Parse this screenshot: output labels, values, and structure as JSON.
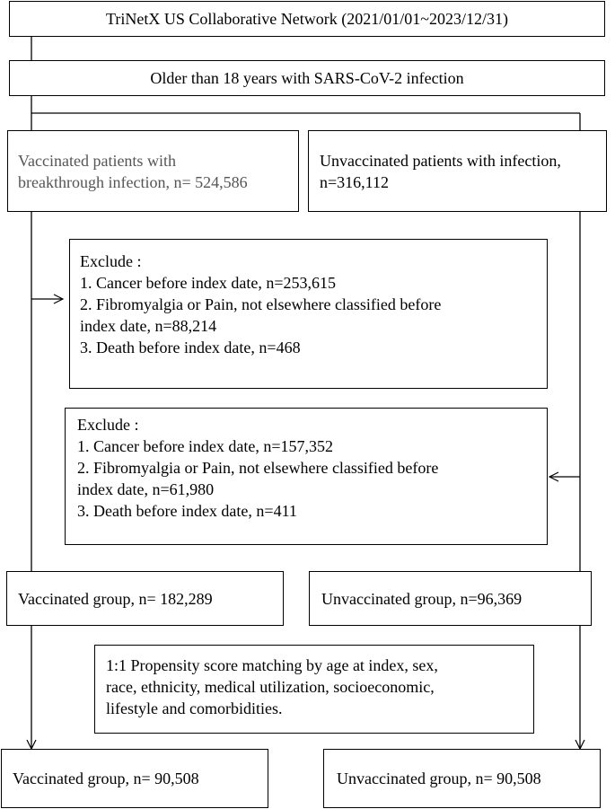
{
  "source": {
    "text": "TriNetX US Collaborative Network (2021/01/01~2023/12/31)"
  },
  "criteria": {
    "text": "Older than 18 years with SARS-CoV-2 infection"
  },
  "vaccinated_initial": {
    "line1": "Vaccinated patients with",
    "line2": "breakthrough infection, n= 524,586"
  },
  "unvaccinated_initial": {
    "line1": "Unvaccinated patients with infection,",
    "line2": "n=316,112"
  },
  "exclude_vaccinated": {
    "title": "Exclude :",
    "item1": "1. Cancer before index date, n=253,615",
    "item2a": "2. Fibromyalgia or Pain, not elsewhere classified before",
    "item2b": "index date, n=88,214",
    "item3": "3. Death before index date, n=468"
  },
  "exclude_unvaccinated": {
    "title": "Exclude :",
    "item1": "1. Cancer before index date, n=157,352",
    "item2a": "2. Fibromyalgia or Pain, not elsewhere classified before",
    "item2b": "index date, n=61,980",
    "item3": "3. Death before index date, n=411"
  },
  "vaccinated_group": {
    "text": "Vaccinated group, n= 182,289"
  },
  "unvaccinated_group": {
    "text": "Unvaccinated group, n=96,369"
  },
  "matching": {
    "line1": "1:1 Propensity score matching by age at index, sex,",
    "line2": "race, ethnicity, medical utilization, socioeconomic,",
    "line3": "lifestyle and comorbidities."
  },
  "vaccinated_matched": {
    "text": "Vaccinated group, n= 90,508"
  },
  "unvaccinated_matched": {
    "text": "Unvaccinated group, n= 90,508"
  }
}
